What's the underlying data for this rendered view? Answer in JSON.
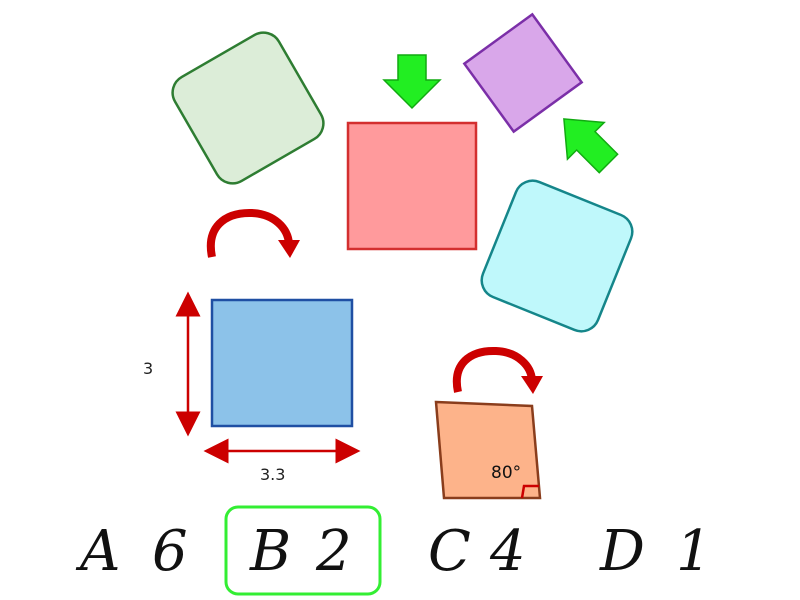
{
  "shapes": {
    "green_square": {
      "fill": "#dcedd8",
      "stroke": "#2e7d32"
    },
    "red_square": {
      "fill": "#ff9a9c",
      "stroke": "#d32f2f"
    },
    "purple_square": {
      "fill": "#d9a7ea",
      "stroke": "#7b2fa8"
    },
    "cyan_square": {
      "fill": "#bff8fb",
      "stroke": "#15868a"
    },
    "blue_rectangle": {
      "fill": "#8cc2e9",
      "stroke": "#1f4fa3"
    },
    "orange_quadrilateral": {
      "fill": "#fdb38a",
      "stroke": "#8a3d1c"
    }
  },
  "labels": {
    "height": "3",
    "width": "3.3",
    "angle": "80°"
  },
  "arrows": {
    "dimension_color": "#cc0000",
    "rotation_color": "#cc0000",
    "pointer_fill": "#22ee22",
    "pointer_stroke": "#11aa11"
  },
  "answers": [
    {
      "letter": "A",
      "number": "6",
      "selected": false
    },
    {
      "letter": "B",
      "number": "2",
      "selected": true
    },
    {
      "letter": "C",
      "number": "4",
      "selected": false
    },
    {
      "letter": "D",
      "number": "1",
      "selected": false
    }
  ],
  "selection_color": "#33ee33"
}
